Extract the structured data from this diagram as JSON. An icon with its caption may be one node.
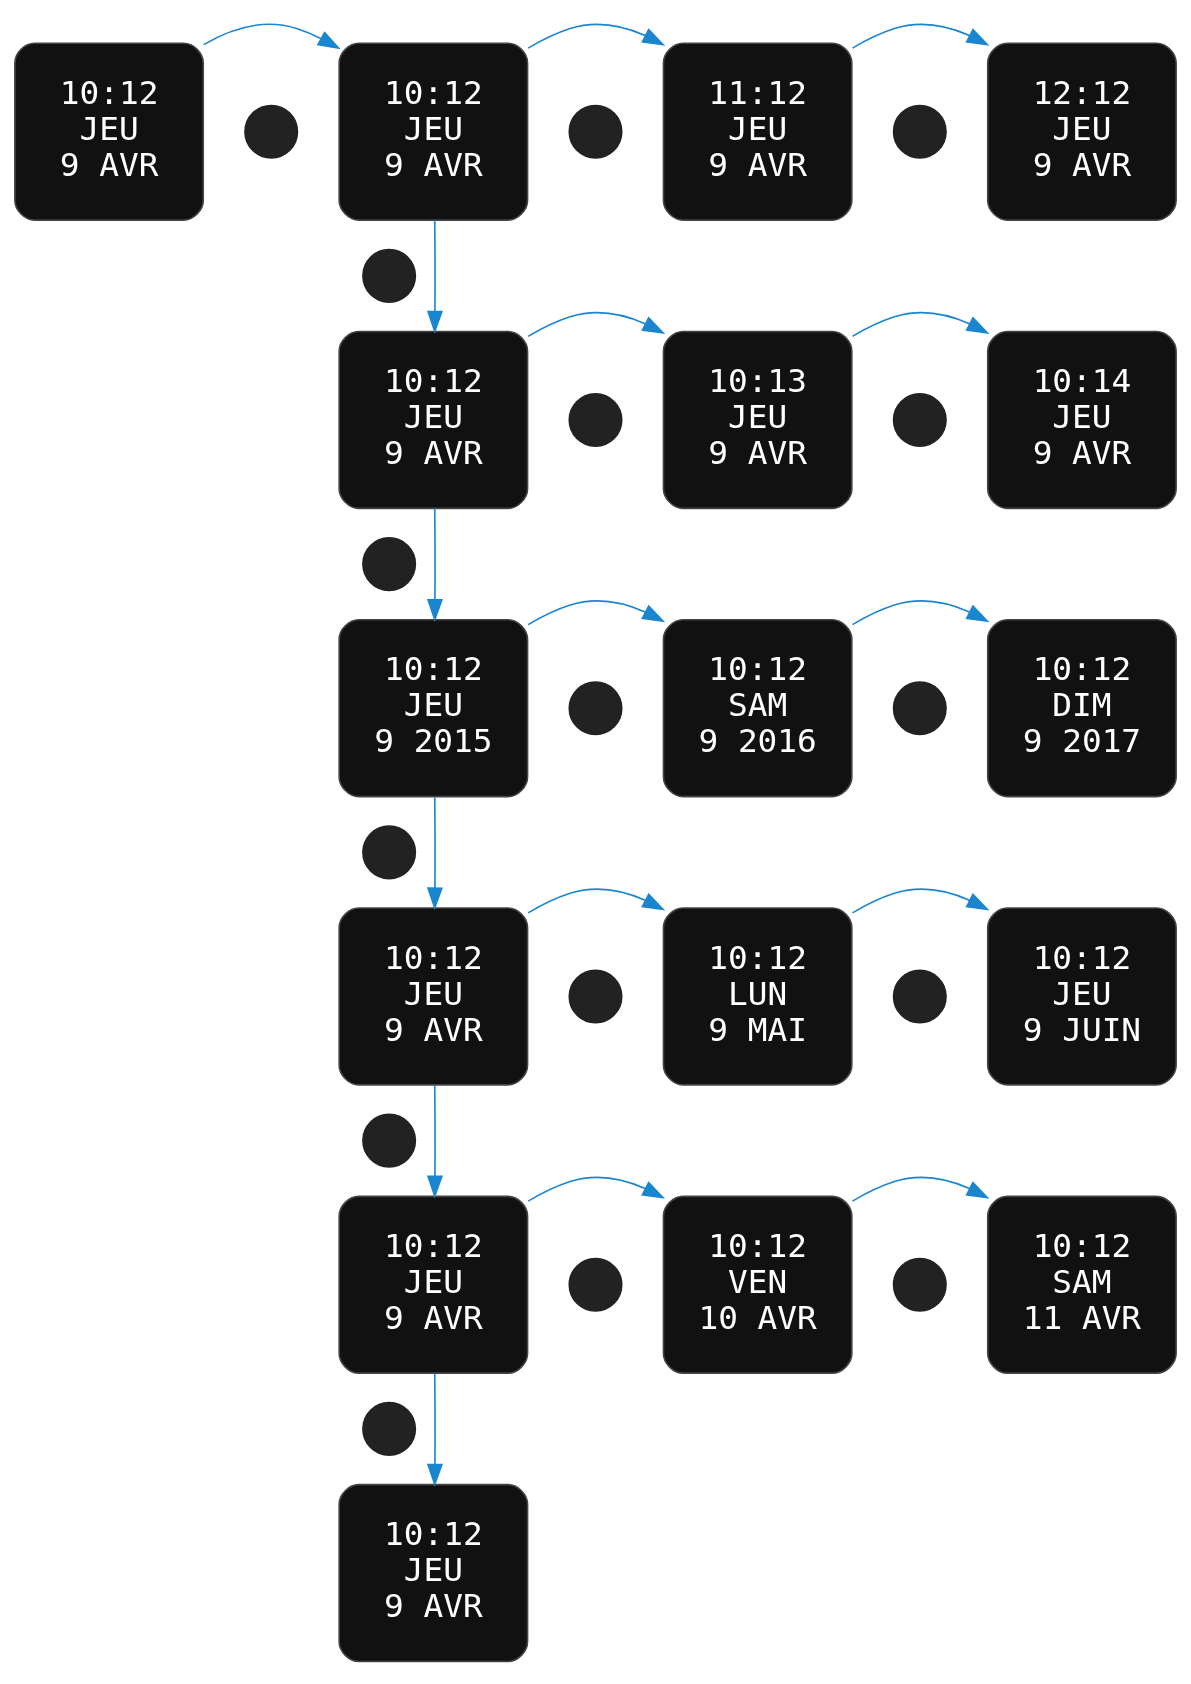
{
  "diagram": {
    "nodes": [
      {
        "text": [
          "10:12",
          "JEU",
          "9 AVR"
        ]
      },
      {
        "text": [],
        "shape": "circle"
      },
      {
        "text": [
          "10:12",
          "JEU",
          "9 AVR"
        ]
      },
      {
        "text": [],
        "shape": "circle"
      },
      {
        "text": [
          "11:12",
          "JEU",
          "9 AVR"
        ]
      },
      {
        "text": [],
        "shape": "circle"
      },
      {
        "text": [
          "12:12",
          "JEU",
          "9 AVR"
        ]
      },
      {
        "text": [],
        "shape": "circle"
      },
      {
        "text": [
          "10:12",
          "JEU",
          "9 AVR"
        ]
      },
      {
        "text": [],
        "shape": "circle"
      },
      {
        "text": [
          "10:13",
          "JEU",
          "9 AVR"
        ]
      },
      {
        "text": [],
        "shape": "circle"
      },
      {
        "text": [
          "10:14",
          "JEU",
          "9 AVR"
        ]
      },
      {
        "text": [],
        "shape": "circle"
      },
      {
        "text": [
          "10:12",
          "JEU",
          "9 2015"
        ]
      },
      {
        "text": [],
        "shape": "circle"
      },
      {
        "text": [
          "10:12",
          "SAM",
          "9 2016"
        ]
      },
      {
        "text": [],
        "shape": "circle"
      },
      {
        "text": [
          "10:12",
          "DIM",
          "9 2017"
        ]
      },
      {
        "text": [],
        "shape": "circle"
      },
      {
        "text": [
          "10:12",
          "JEU",
          "9 AVR"
        ]
      },
      {
        "text": [],
        "shape": "circle"
      },
      {
        "text": [
          "10:12",
          "LUN",
          "9 MAI"
        ]
      },
      {
        "text": [],
        "shape": "circle"
      },
      {
        "text": [
          "10:12",
          "JEU",
          "9 JUIN"
        ]
      },
      {
        "text": [],
        "shape": "circle"
      },
      {
        "text": [
          "10:12",
          "JEU",
          "9 AVR"
        ]
      },
      {
        "text": [],
        "shape": "circle"
      },
      {
        "text": [
          "10:12",
          "VEN",
          "10 AVR"
        ]
      },
      {
        "text": [],
        "shape": "circle"
      },
      {
        "text": [
          "10:12",
          "SAM",
          "11 AVR"
        ]
      },
      {
        "text": [],
        "shape": "circle"
      },
      {
        "text": [
          "10:12",
          "JEU",
          "9 AVR"
        ]
      }
    ],
    "edges": [
      {
        "from": 0,
        "to": 2,
        "arrow": "to"
      },
      {
        "from": 2,
        "to": 4,
        "arrow": "to"
      },
      {
        "from": 4,
        "to": 6,
        "arrow": "to"
      },
      {
        "from": 2,
        "to": 8,
        "arrow": "to"
      },
      {
        "from": 8,
        "to": 10,
        "arrow": "to"
      },
      {
        "from": 10,
        "to": 12,
        "arrow": "to"
      },
      {
        "from": 8,
        "to": 14,
        "arrow": "to"
      },
      {
        "from": 14,
        "to": 16,
        "arrow": "to"
      },
      {
        "from": 16,
        "to": 18,
        "arrow": "to"
      },
      {
        "from": 14,
        "to": 20,
        "arrow": "to"
      },
      {
        "from": 20,
        "to": 22,
        "arrow": "to"
      },
      {
        "from": 22,
        "to": 24,
        "arrow": "to"
      },
      {
        "from": 20,
        "to": 26,
        "arrow": "to"
      },
      {
        "from": 26,
        "to": 28,
        "arrow": "to"
      },
      {
        "from": 28,
        "to": 30,
        "arrow": "to"
      },
      {
        "from": 26,
        "to": 32,
        "arrow": "to"
      }
    ]
  }
}
